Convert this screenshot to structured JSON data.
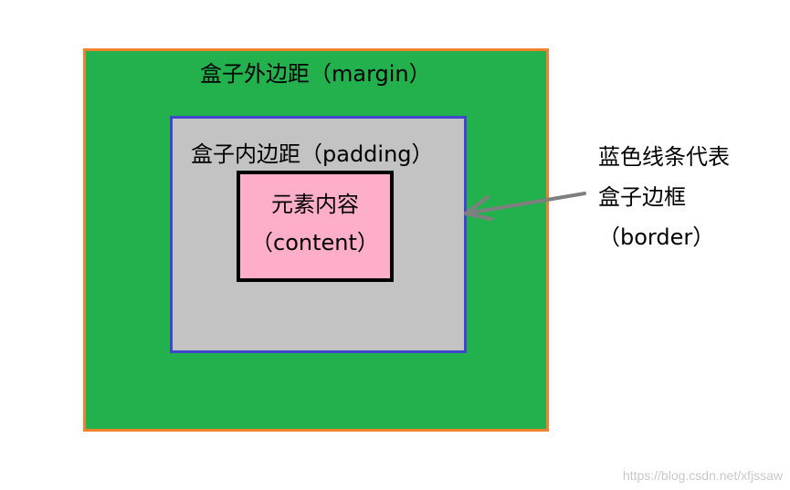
{
  "diagram": {
    "margin_label": "盒子外边距（margin）",
    "padding_label": "盒子内边距（padding）",
    "content_label_line1": "元素内容",
    "content_label_line2": "（content）",
    "note_line1": "蓝色线条代表",
    "note_line2": "盒子边框",
    "note_line3": "（border）"
  },
  "watermark": "https://blog.csdn.net/xfjssaw",
  "colors": {
    "margin_fill": "#22b14c",
    "margin_outline": "#f0822d",
    "border_line": "#3f48cc",
    "padding_fill": "#c3c3c3",
    "content_fill": "#ffaec9",
    "arrow": "#7f7f7f"
  }
}
